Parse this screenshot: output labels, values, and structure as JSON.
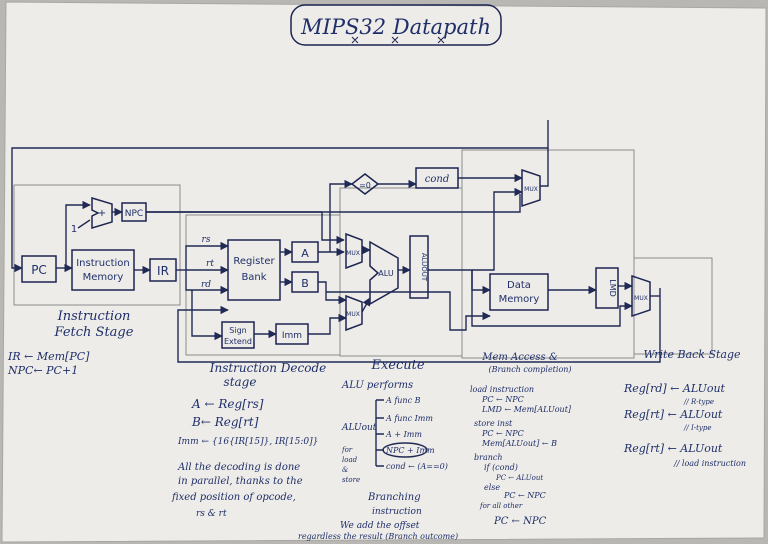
{
  "title": "MIPS32 Datapath",
  "blocks": {
    "pc": "PC",
    "instruction_memory_line1": "Instruction",
    "instruction_memory_line2": "Memory",
    "ir": "IR",
    "npc": "NPC",
    "adder": "+",
    "one": "1",
    "register_bank_line1": "Register",
    "register_bank_line2": "Bank",
    "rs": "rs",
    "rt": "rt",
    "rd": "rd",
    "a": "A",
    "b": "B",
    "sign_extend_line1": "Sign",
    "sign_extend_line2": "Extend",
    "imm": "Imm",
    "mux": "MUX",
    "alu": "ALU",
    "aluout": "ALUOUT",
    "eq_zero": "=0",
    "cond": "cond",
    "data_memory_line1": "Data",
    "data_memory_line2": "Memory",
    "lmd": "LMD"
  },
  "stages": {
    "fetch_line1": "Instruction",
    "fetch_line2": "Fetch Stage",
    "decode_line1": "Instruction Decode",
    "decode_line2": "stage",
    "execute": "Execute",
    "mem_access": "Mem Access &",
    "mem_access_note": "(Branch completion)",
    "write_back": "Write Back Stage"
  },
  "notes": {
    "fetch": [
      "IR ← Mem[PC]",
      "NPC← PC+1"
    ],
    "decode": [
      "A ← Reg[rs]",
      "B← Reg[rt]",
      "Imm ← {16{IR[15]}, IR[15:0]}"
    ],
    "decode_parallel": [
      "All the decoding is done",
      "in parallel, thanks to the",
      "fixed position of opcode,",
      "rs & rt"
    ],
    "alu_header": "ALU performs",
    "aluout_label": "ALUout",
    "alu_ops": [
      "A func B",
      "A func Imm",
      "A + Imm",
      "NPC + Imm",
      "cond ← (A==0)"
    ],
    "alu_side": [
      "for",
      "load",
      "&",
      "store"
    ],
    "branching": [
      "Branching",
      "instruction"
    ],
    "bottom": [
      "We add the offset",
      "regardless the result (Branch outcome)"
    ],
    "mem_notes": [
      "load instruction",
      "PC ← NPC",
      "LMD ← Mem[ALUout]",
      "store inst",
      "PC ← NPC",
      "Mem[ALUout] ← B",
      "branch",
      "if (cond)",
      "PC ← ALUout",
      "else",
      "PC ← NPC",
      "for all other",
      "PC ← NPC"
    ],
    "wb_notes": [
      "Reg[rd] ← ALUout",
      "// R-type",
      "Reg[rt] ← ALUout",
      "// I-type",
      "Reg[rt] ← ALUout",
      "// load instruction"
    ]
  }
}
